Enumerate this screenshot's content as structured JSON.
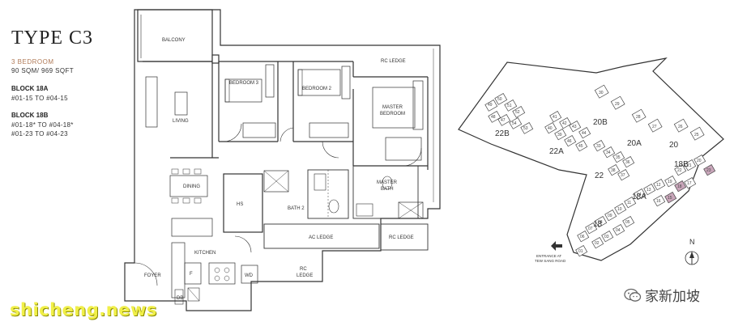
{
  "header": {
    "title": "TYPE C3",
    "bedrooms": "3 BEDROOM",
    "area": "90 SQM/ 969 SQFT"
  },
  "blocks": [
    {
      "title": "BLOCK 18A",
      "units": [
        "#01-15 TO #04-15"
      ]
    },
    {
      "title": "BLOCK 18B",
      "units": [
        "#01-18* TO #04-18*",
        "#01-23 TO #04-23"
      ]
    }
  ],
  "floor_plan": {
    "rooms": {
      "balcony": "BALCONY",
      "living": "LIVING",
      "bedroom3": "BEDROOM 3",
      "bedroom2": "BEDROOM 2",
      "master_bedroom_line1": "MASTER",
      "master_bedroom_line2": "BEDROOM",
      "rc_ledge_top": "RC LEDGE",
      "dining": "DINING",
      "hs": "HS",
      "bath2": "BATH 2",
      "master_bath_line1": "MASTER",
      "master_bath_line2": "BATH",
      "ac_ledge": "AC LEDGE",
      "rc_ledge_mid": "RC LEDGE",
      "kitchen": "KITCHEN",
      "foyer": "FOYER",
      "fridge": "F",
      "washer_dryer": "WD",
      "db": "DB",
      "rc_ledge_bottom_line1": "RC",
      "rc_ledge_bottom_line2": "LEDGE"
    }
  },
  "site_plan": {
    "blocks": [
      "22B",
      "22A",
      "22",
      "20B",
      "20A",
      "20",
      "18",
      "18A",
      "18B"
    ],
    "units_22B": [
      "49",
      "50",
      "51",
      "52",
      "48",
      "47",
      "54",
      "53"
    ],
    "units_22A": [
      "41",
      "42",
      "43",
      "44",
      "40",
      "39",
      "46",
      "45"
    ],
    "units_22": [
      "33",
      "34",
      "35",
      "36",
      "38",
      "37"
    ],
    "units_20B": [
      "30",
      "29"
    ],
    "units_20A": [
      "28",
      "27"
    ],
    "units_20": [
      "26",
      "25"
    ],
    "units_18B": [
      "22",
      "21",
      "20",
      "19",
      "18",
      "17",
      "23"
    ],
    "units_18A": [
      "14",
      "13",
      "12",
      "11",
      "16",
      "15"
    ],
    "units_18": [
      "10",
      "09",
      "08",
      "07",
      "06",
      "05",
      "04",
      "03",
      "02",
      "01"
    ],
    "entrance_line1": "ENTRANCE AT",
    "entrance_line2": "TEW SANG ROAD",
    "north": "N",
    "highlight_color": "#c9a6ba"
  },
  "watermark": {
    "text": "shicheng.news",
    "color": "#f0ef48"
  },
  "wechat": {
    "icon": "wechat-icon",
    "label": "家新加坡"
  }
}
